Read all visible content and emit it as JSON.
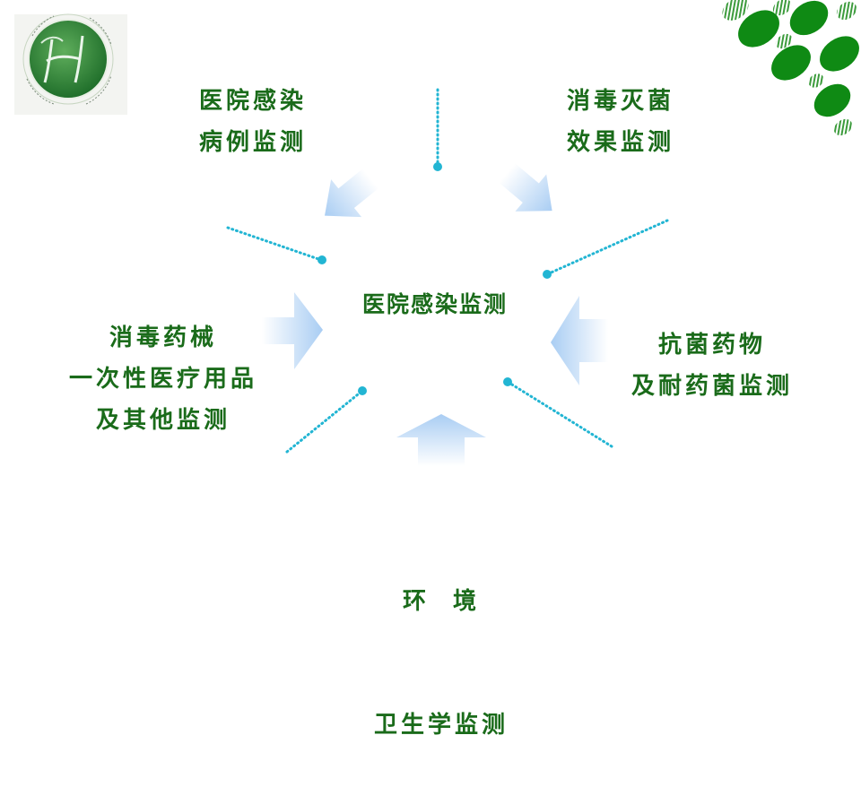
{
  "center": "医院感染监测",
  "nodes": [
    {
      "id": "case",
      "lines": [
        "医院感染",
        "病例监测"
      ]
    },
    {
      "id": "disinfection",
      "lines": [
        "消毒灭菌",
        "效果监测"
      ]
    },
    {
      "id": "drugs",
      "lines": [
        "抗菌药物",
        "及耐药菌监测"
      ]
    },
    {
      "id": "environment",
      "lines": [
        "环  境",
        "卫生学监测"
      ]
    },
    {
      "id": "instruments",
      "lines": [
        "消毒药械",
        "一次性医疗用品",
        "及其他监测"
      ]
    }
  ],
  "colors": {
    "text": "#1a6b1a",
    "dots": "#22b5d3",
    "arrow_light": "#eaf3fd",
    "arrow_dark": "#a9cdf3",
    "logo_green": "#2e8a3a",
    "leaf_green": "#0f8a14"
  },
  "icons": {
    "logo": "hospital-logo-icon",
    "decoration": "green-circles-decoration-icon"
  }
}
